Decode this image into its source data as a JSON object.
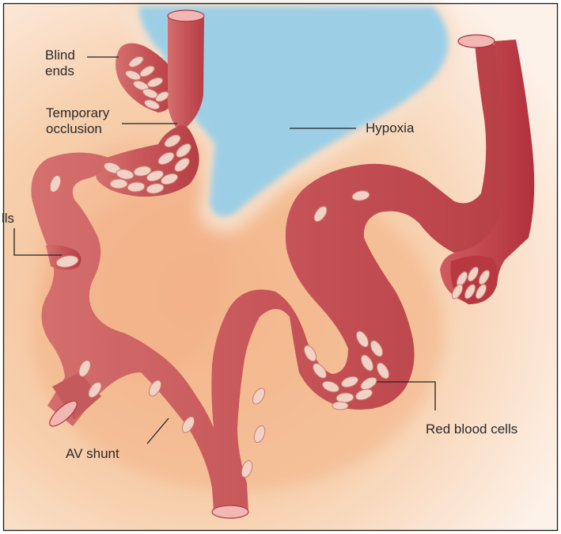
{
  "labels": {
    "blind_ends": "Blind\nends",
    "temporary_occlusion": "Temporary\nocclusion",
    "hypoxia": "Hypoxia",
    "cut_label": "lls",
    "red_blood_cells": "Red blood cells",
    "av_shunt": "AV shunt"
  },
  "colors": {
    "hypoxia_region": "#9ccfe6",
    "tissue_background": "#f6c9a0",
    "vessel": "#c95a5c",
    "vessel_dark": "#b13a40",
    "vessel_light": "#e8a0a0",
    "red_blood_cell": "#f3d2c6",
    "leader_line": "#222222"
  }
}
